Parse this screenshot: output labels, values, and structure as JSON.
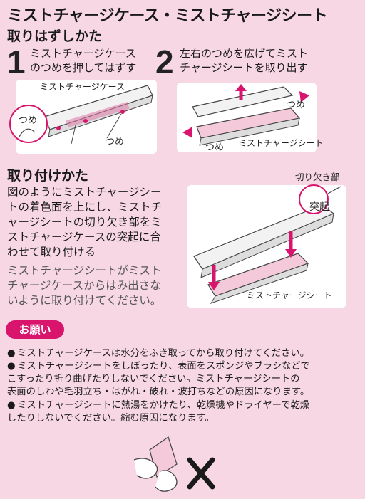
{
  "title": "ミストチャージケース・ミストチャージシート",
  "removal": {
    "heading": "取りはずしかた",
    "step1": {
      "number": "1",
      "line1": "ミストチャージケース",
      "line2": "のつめを押してはずす"
    },
    "step2": {
      "number": "2",
      "line1": "左右のつめを広げてミスト",
      "line2": "チャージシートを取り出す"
    },
    "illus1": {
      "case_label": "ミストチャージケース",
      "claw_label_a": "つめ",
      "claw_label_b": "つめ"
    },
    "illus2": {
      "claw_label_a": "つめ",
      "claw_label_b": "つめ",
      "sheet_label": "ミストチャージシート"
    }
  },
  "install": {
    "heading": "取り付けかた",
    "lines": [
      "図のようにミストチャージシー",
      "トの着色面を上にし、ミストチ",
      "ャージシートの切り欠き部をミ",
      "ストチャージケースの突起に合",
      "わせて取り付ける"
    ],
    "sub_lines": [
      "ミストチャージシートがミスト",
      "チャージケースからはみ出さな",
      "いように取り付けてください。"
    ],
    "illus": {
      "notch_label": "切り欠き部",
      "protrusion_label": "突起",
      "sheet_label": "ミストチャージシート"
    }
  },
  "request": {
    "badge": "お願い",
    "notes": [
      {
        "lines": [
          "ミストチャージケースは水分をふき取ってから取り付けてください。"
        ]
      },
      {
        "lines": [
          "ミストチャージシートをしぼったり、表面をスポンジやブラシなどで",
          "こすったり折り曲げたりしないでください。ミストチャージシートの",
          "表面のしわや毛羽立ち・はがれ・破れ・波打ちなどの原因になります。"
        ]
      },
      {
        "lines": [
          "ミストチャージシートに熱湯をかけたり、乾燥機やドライヤーで乾燥",
          "したりしないでください。縮む原因になります。"
        ]
      }
    ],
    "bullet": "●"
  }
}
